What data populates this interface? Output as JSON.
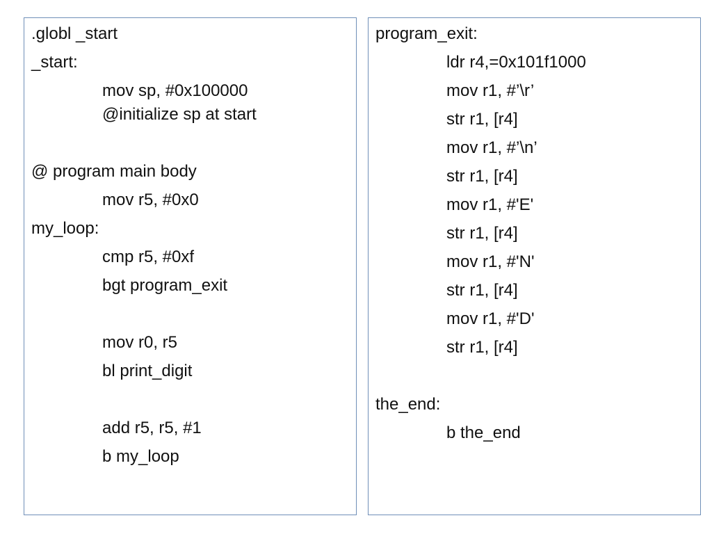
{
  "left_panel": {
    "lines": [
      ".globl _start",
      "_start:",
      "mov sp, #0x100000",
      "@initialize sp at start",
      "@ program main body",
      "mov r5, #0x0",
      "my_loop:",
      "cmp r5, #0xf",
      "bgt program_exit",
      "mov r0, r5",
      "bl print_digit",
      "add r5, r5, #1",
      "b my_loop"
    ]
  },
  "right_panel": {
    "lines": [
      "program_exit:",
      "ldr r4,=0x101f1000",
      "mov r1, #’\\r’",
      "str r1, [r4]",
      "mov r1, #’\\n’",
      "str r1, [r4]",
      "mov r1, #'E'",
      "str r1, [r4]",
      "mov r1, #'N'",
      "str r1, [r4]",
      "mov r1, #'D'",
      "str r1, [r4]",
      "the_end:",
      "b the_end"
    ]
  }
}
